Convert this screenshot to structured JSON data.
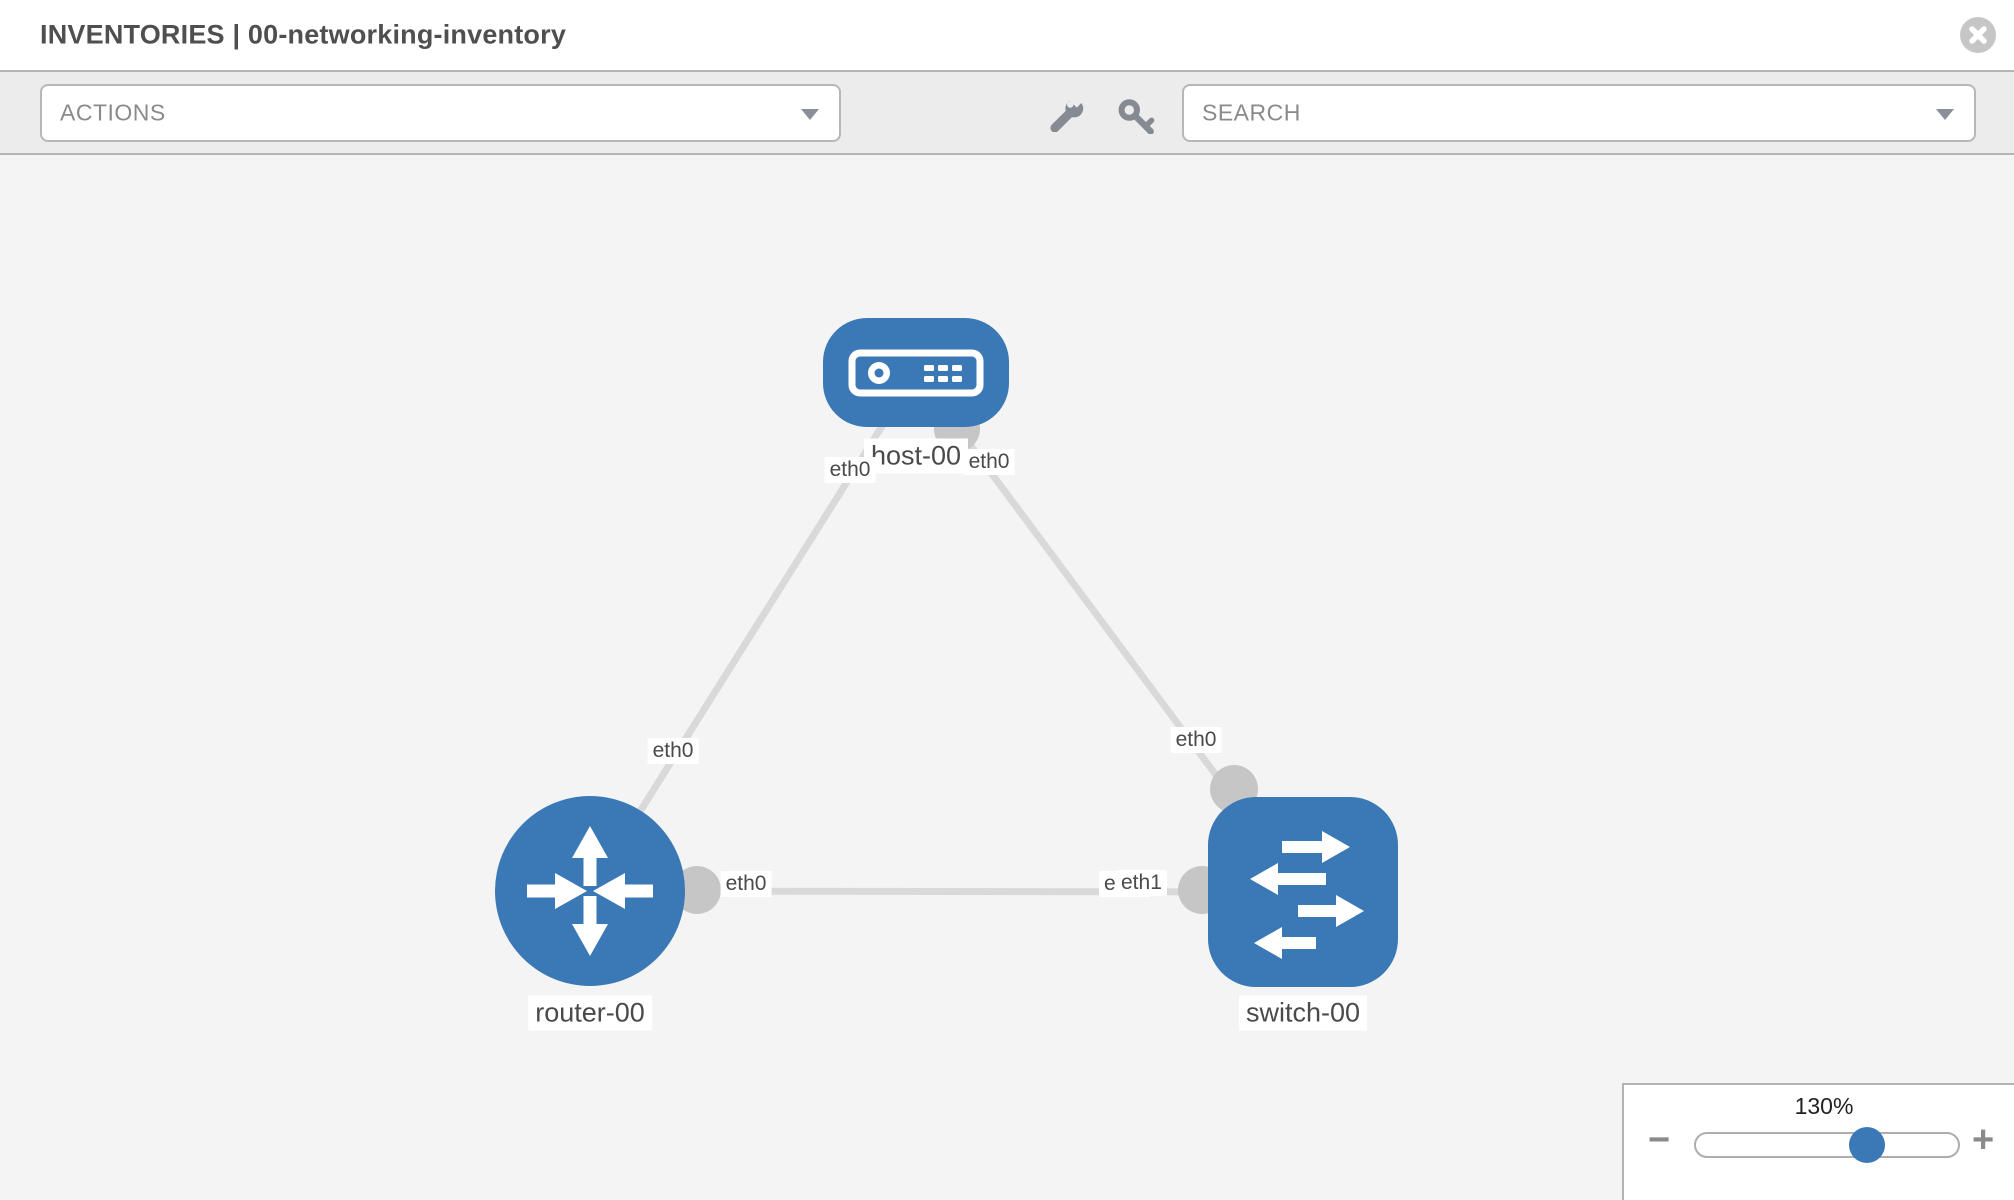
{
  "header": {
    "title": "INVENTORIES | 00-networking-inventory"
  },
  "toolbar": {
    "actions_label": "ACTIONS",
    "search_placeholder": "SEARCH"
  },
  "topology": {
    "nodes": [
      {
        "name": "host-00",
        "type": "host"
      },
      {
        "name": "router-00",
        "type": "router"
      },
      {
        "name": "switch-00",
        "type": "switch"
      }
    ],
    "links": [
      {
        "from": "host-00",
        "to": "router-00",
        "from_interface": "eth0",
        "to_interface": "eth0"
      },
      {
        "from": "host-00",
        "to": "switch-00",
        "from_interface": "eth0",
        "to_interface": "eth0"
      },
      {
        "from": "router-00",
        "to": "switch-00",
        "from_interface": "eth0",
        "to_interface": "eth1",
        "to_interface_overlapped": "eth0"
      }
    ]
  },
  "zoom_control": {
    "value": "130%",
    "zoom_out_label": "−",
    "zoom_in_label": "+"
  },
  "colors": {
    "node_blue": "#3a79b5",
    "link_gray": "#d9d9d9",
    "interface_gray": "#c6c6c6"
  }
}
